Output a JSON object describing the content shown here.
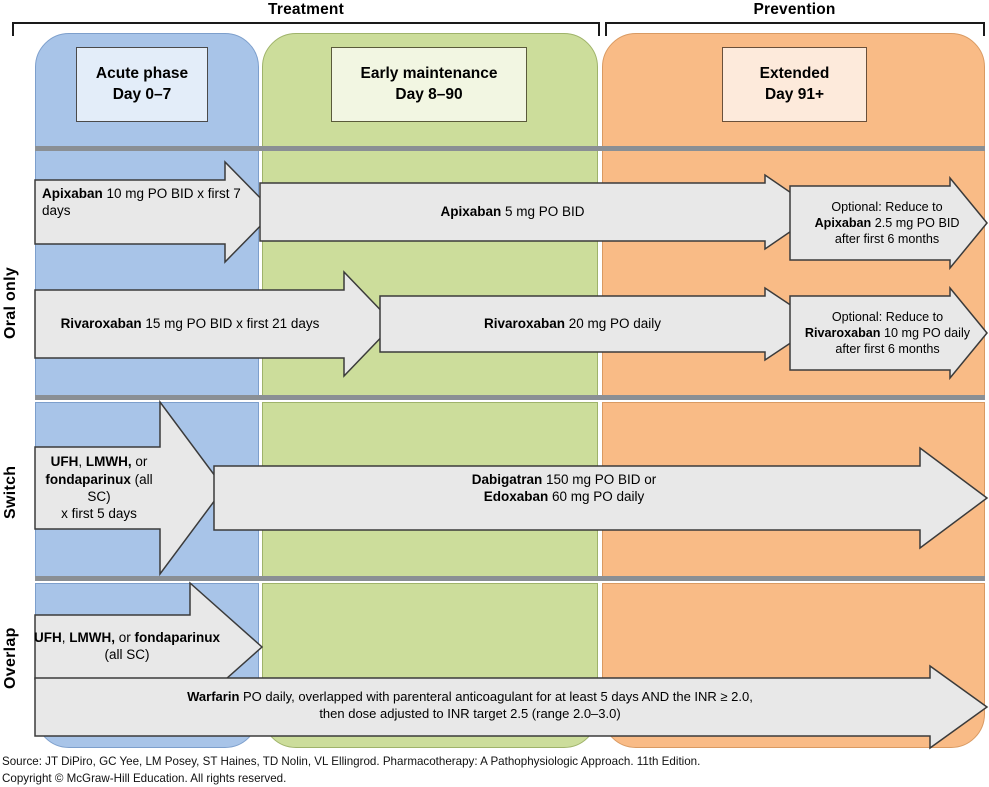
{
  "header": {
    "treatment_label": "Treatment",
    "prevention_label": "Prevention"
  },
  "phases": [
    {
      "key": "acute",
      "line1": "Acute phase",
      "line2": "Day 0–7",
      "color": "#a8c4e8",
      "box_color": "#e3edf9"
    },
    {
      "key": "early",
      "line1": "Early maintenance",
      "line2": "Day 8–90",
      "color": "#ccdd9b",
      "box_color": "#f2f6e2"
    },
    {
      "key": "extended",
      "line1": "Extended",
      "line2": "Day 91+",
      "color": "#f9bb86",
      "box_color": "#fdeadb"
    }
  ],
  "sections": [
    {
      "key": "oral",
      "label": "Oral only"
    },
    {
      "key": "switch",
      "label": "Switch"
    },
    {
      "key": "overlap",
      "label": "Overlap"
    }
  ],
  "arrows": {
    "apixaban_acute": {
      "bold": "Apixaban",
      "rest": " 10 mg PO BID x first 7 days"
    },
    "apixaban_maint": {
      "bold": "Apixaban",
      "rest": " 5 mg PO BID"
    },
    "apixaban_ext_l1": "Optional: Reduce to",
    "apixaban_ext_l2": {
      "bold": "Apixaban",
      "rest": " 2.5 mg PO BID"
    },
    "apixaban_ext_l3": "after first 6 months",
    "rivaroxaban_acute": {
      "bold": "Rivaroxaban",
      "rest": " 15 mg PO BID x first 21 days"
    },
    "rivaroxaban_maint": {
      "bold": "Rivaroxaban",
      "rest": " 20 mg PO daily"
    },
    "rivaroxaban_ext_l1": "Optional: Reduce to",
    "rivaroxaban_ext_l2": {
      "bold": "Rivaroxaban",
      "rest": " 10 mg PO daily"
    },
    "rivaroxaban_ext_l3": "after first 6 months",
    "parenteral_switch_l1_a": "UFH",
    "parenteral_switch_l1_b": ", ",
    "parenteral_switch_l1_c": "LMWH,",
    "parenteral_switch_l1_d": " or",
    "parenteral_switch_l2_a": "fondaparinux",
    "parenteral_switch_l2_b": " (all SC)",
    "parenteral_switch_l3": "x first 5 days",
    "doac_switch_l1": {
      "bold": "Dabigatran",
      "rest": " 150 mg PO BID or"
    },
    "doac_switch_l2": {
      "bold": "Edoxaban",
      "rest": " 60 mg PO daily"
    },
    "parenteral_overlap_l1_a": "UFH",
    "parenteral_overlap_l1_b": ", ",
    "parenteral_overlap_l1_c": "LMWH,",
    "parenteral_overlap_l1_d": " or ",
    "parenteral_overlap_l1_e": "fondaparinux",
    "parenteral_overlap_l2": "(all SC)",
    "warfarin_l1": {
      "bold": "Warfarin",
      "rest": " PO daily, overlapped with parenteral anticoagulant for at least 5 days AND the INR ≥ 2.0,"
    },
    "warfarin_l2": "then dose adjusted to INR target 2.5 (range 2.0–3.0)"
  },
  "footer": {
    "line1": "Source: JT DiPiro, GC Yee, LM Posey, ST Haines, TD Nolin, VL Ellingrod. Pharmacotherapy: A Pathophysiologic Approach. 11th Edition.",
    "line2": "Copyright © McGraw-Hill Education. All rights reserved."
  },
  "colors": {
    "arrow_fill": "#e8e8e8",
    "arrow_stroke": "#3b3b3b",
    "divider": "#8a8f94"
  }
}
